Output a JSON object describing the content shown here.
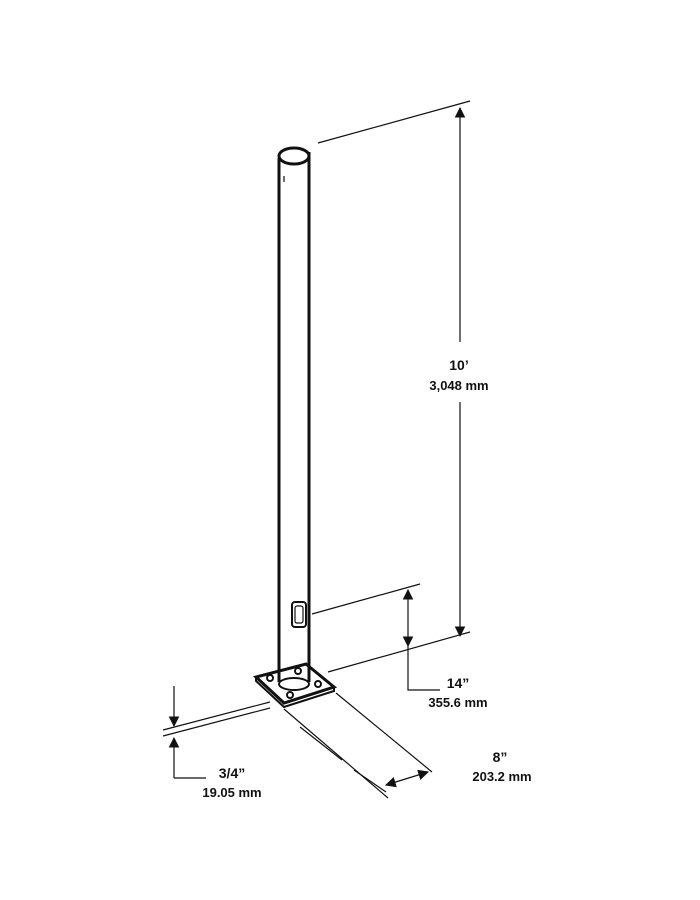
{
  "dimensions": {
    "height": {
      "imperial": "10’",
      "metric": "3,048 mm"
    },
    "access_height": {
      "imperial": "14”",
      "metric": "355.6 mm"
    },
    "plate_width": {
      "imperial": "8”",
      "metric": "203.2 mm"
    },
    "plate_thickness": {
      "imperial": "3/4”",
      "metric": "19.05 mm"
    }
  },
  "colors": {
    "ink": "#111111",
    "background": "#ffffff"
  }
}
